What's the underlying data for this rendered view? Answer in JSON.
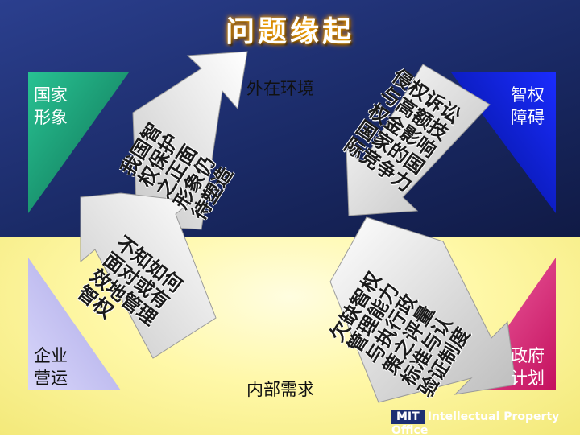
{
  "title": "问题缘起",
  "external_label": "外在环境",
  "internal_label": "内部需求",
  "corners": {
    "top_left": [
      "国家",
      "形象"
    ],
    "top_right": [
      "智权",
      "障碍"
    ],
    "bottom_left": [
      "企业",
      "营运"
    ],
    "bottom_right": [
      "政府",
      "计划"
    ]
  },
  "arrows": {
    "top_left": [
      "我国智",
      "权保护",
      "之正面",
      "形象仍",
      "待塑造"
    ],
    "top_right": [
      "侵权诉讼",
      "与高额技",
      "权金影响",
      "国家的国",
      "际竞争力"
    ],
    "bottom_left": [
      "不知如何",
      "面对或有",
      "效地管理",
      "智权"
    ],
    "bottom_right": [
      "欠缺智权",
      "管理能力",
      "与执行政",
      "策之评量",
      "标准与认",
      "验证制度"
    ]
  },
  "footer": {
    "logo": "MIT",
    "text": "Intellectual Property Office"
  },
  "colors": {
    "top_bg": "#1a2a66",
    "bottom_bg": "#fff8a8",
    "green": "#1b9e78",
    "blue": "#0019c8",
    "pink": "#e0287a",
    "lavender": "#c7c4f0",
    "arrow_white": "#f5f5f5"
  }
}
